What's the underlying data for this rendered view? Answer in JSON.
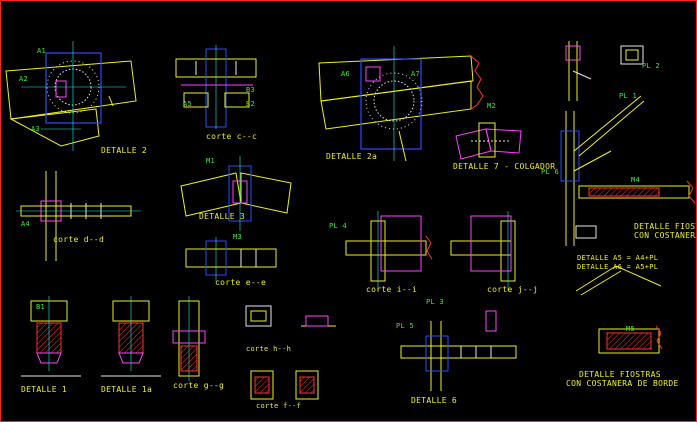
{
  "colors": {
    "background": "#000000",
    "frame": "#ff2020",
    "steel": "#f0f020",
    "dimension": "#20f0f0",
    "bolt": "#e8e8e8",
    "tag": "#30f030",
    "weld": "#ff40ff",
    "hatch": "#ff3030",
    "plate": "#2a4cff"
  },
  "titles": {
    "detalle_2": "DETALLE 2",
    "corte_c": "corte c--c",
    "detalle_2a": "DETALLE 2a",
    "detalle_7": "DETALLE 7 - COLGADOR",
    "corte_d": "corte d--d",
    "detalle_3": "DETALLE 3",
    "corte_e": "corte e--e",
    "corte_i": "corte i--i",
    "corte_j": "corte j--j",
    "detalle_1": "DETALLE 1",
    "detalle_1a": "DETALLE 1a",
    "corte_g": "corte g--g",
    "corte_h": "corte h--h",
    "corte_f": "corte f--f",
    "detalle_6": "DETALLE 6",
    "detalle_fiostras": "DETALLE FIOSTRAS",
    "con_costanera": "CON COSTANERA",
    "detalle_fiostras_borde": "DETALLE FIOSTRAS",
    "con_costanera_borde": "CON COSTANERA DE BORDE"
  },
  "notes": {
    "detalle_a5": "DETALLE A5 = A4+PL",
    "detalle_a6": "DETALLE A6 = A5+PL"
  },
  "tags": [
    "A1",
    "A2",
    "A3",
    "A4",
    "A5",
    "A6",
    "A7",
    "M1",
    "M2",
    "M3",
    "B2",
    "B3",
    "PL 4",
    "PL 3",
    "PL 2",
    "PL 1",
    "PL 5",
    "B1",
    "M4",
    "M5",
    "PL 6"
  ]
}
